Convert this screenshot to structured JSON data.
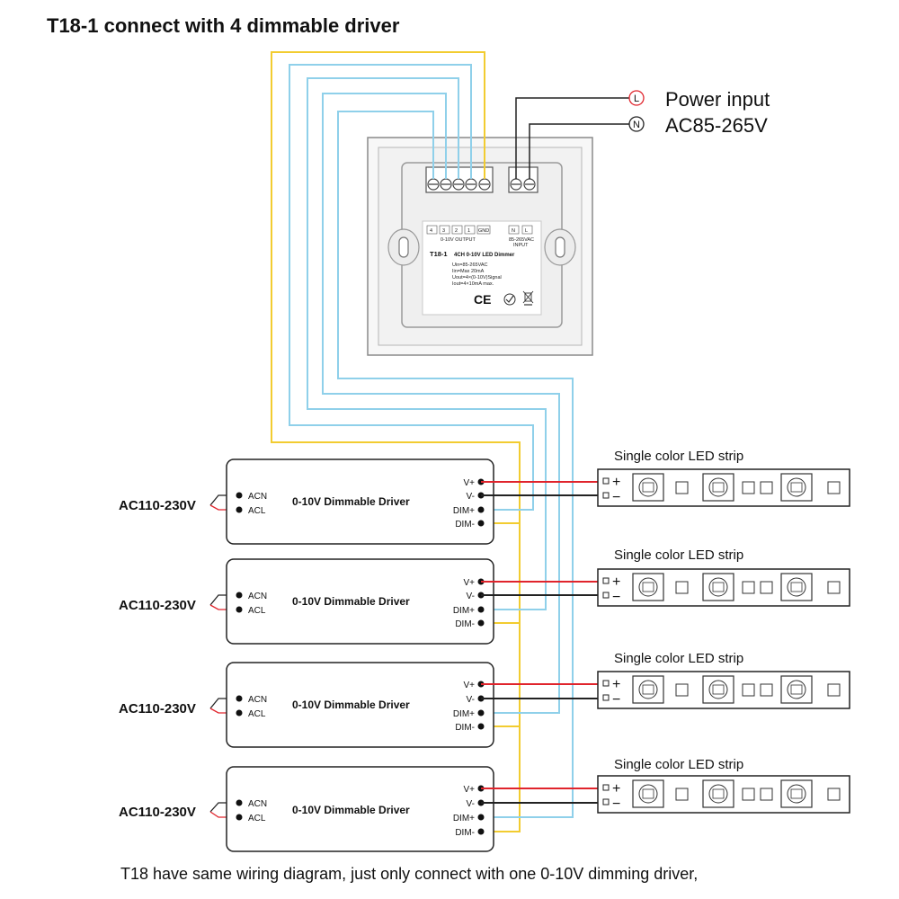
{
  "title": "T18-1 connect with 4 dimmable driver",
  "power_input": {
    "line_label": "Power input",
    "voltage_label": "AC85-265V",
    "l_symbol": "L",
    "n_symbol": "N"
  },
  "dimmer_label": {
    "output_channels": [
      "4",
      "3",
      "2",
      "1",
      "GND"
    ],
    "output_caption": "0-10V OUTPUT",
    "input_terminals": [
      "N",
      "L"
    ],
    "input_caption_line1": "85-265VAC",
    "input_caption_line2": "INPUT",
    "model": "T18-1",
    "model_desc": "4CH 0-10V LED Dimmer",
    "spec_lines": [
      "Uin=85-265VAC",
      "Iin=Max 20mA",
      "Uout=4×(0-10V)Signal",
      "Iout=4×10mA max."
    ],
    "ce_mark": "CE"
  },
  "drivers": [
    {
      "ac_label": "AC110-230V",
      "name": "0-10V Dimmable Driver",
      "input_pins": [
        "ACN",
        "ACL"
      ],
      "output_pins": [
        "V+",
        "V-",
        "DIM+",
        "DIM-"
      ]
    },
    {
      "ac_label": "AC110-230V",
      "name": "0-10V Dimmable Driver",
      "input_pins": [
        "ACN",
        "ACL"
      ],
      "output_pins": [
        "V+",
        "V-",
        "DIM+",
        "DIM-"
      ]
    },
    {
      "ac_label": "AC110-230V",
      "name": "0-10V Dimmable Driver",
      "input_pins": [
        "ACN",
        "ACL"
      ],
      "output_pins": [
        "V+",
        "V-",
        "DIM+",
        "DIM-"
      ]
    },
    {
      "ac_label": "AC110-230V",
      "name": "0-10V Dimmable Driver",
      "input_pins": [
        "ACN",
        "ACL"
      ],
      "output_pins": [
        "V+",
        "V-",
        "DIM+",
        "DIM-"
      ]
    }
  ],
  "strips": [
    {
      "label": "Single color LED strip",
      "plus": "+",
      "minus": "−"
    },
    {
      "label": "Single color LED strip",
      "plus": "+",
      "minus": "−"
    },
    {
      "label": "Single color LED strip",
      "plus": "+",
      "minus": "−"
    },
    {
      "label": "Single color LED strip",
      "plus": "+",
      "minus": "−"
    }
  ],
  "footnote": "T18 have same wiring diagram, just only connect with one 0-10V dimming driver,",
  "colors": {
    "wire_yellow": "#f2cc30",
    "wire_blue": "#8fd0ea",
    "wire_red": "#e0242c",
    "wire_black": "#222222",
    "panel_fill": "#f6f6f6",
    "panel_border": "#888888"
  }
}
